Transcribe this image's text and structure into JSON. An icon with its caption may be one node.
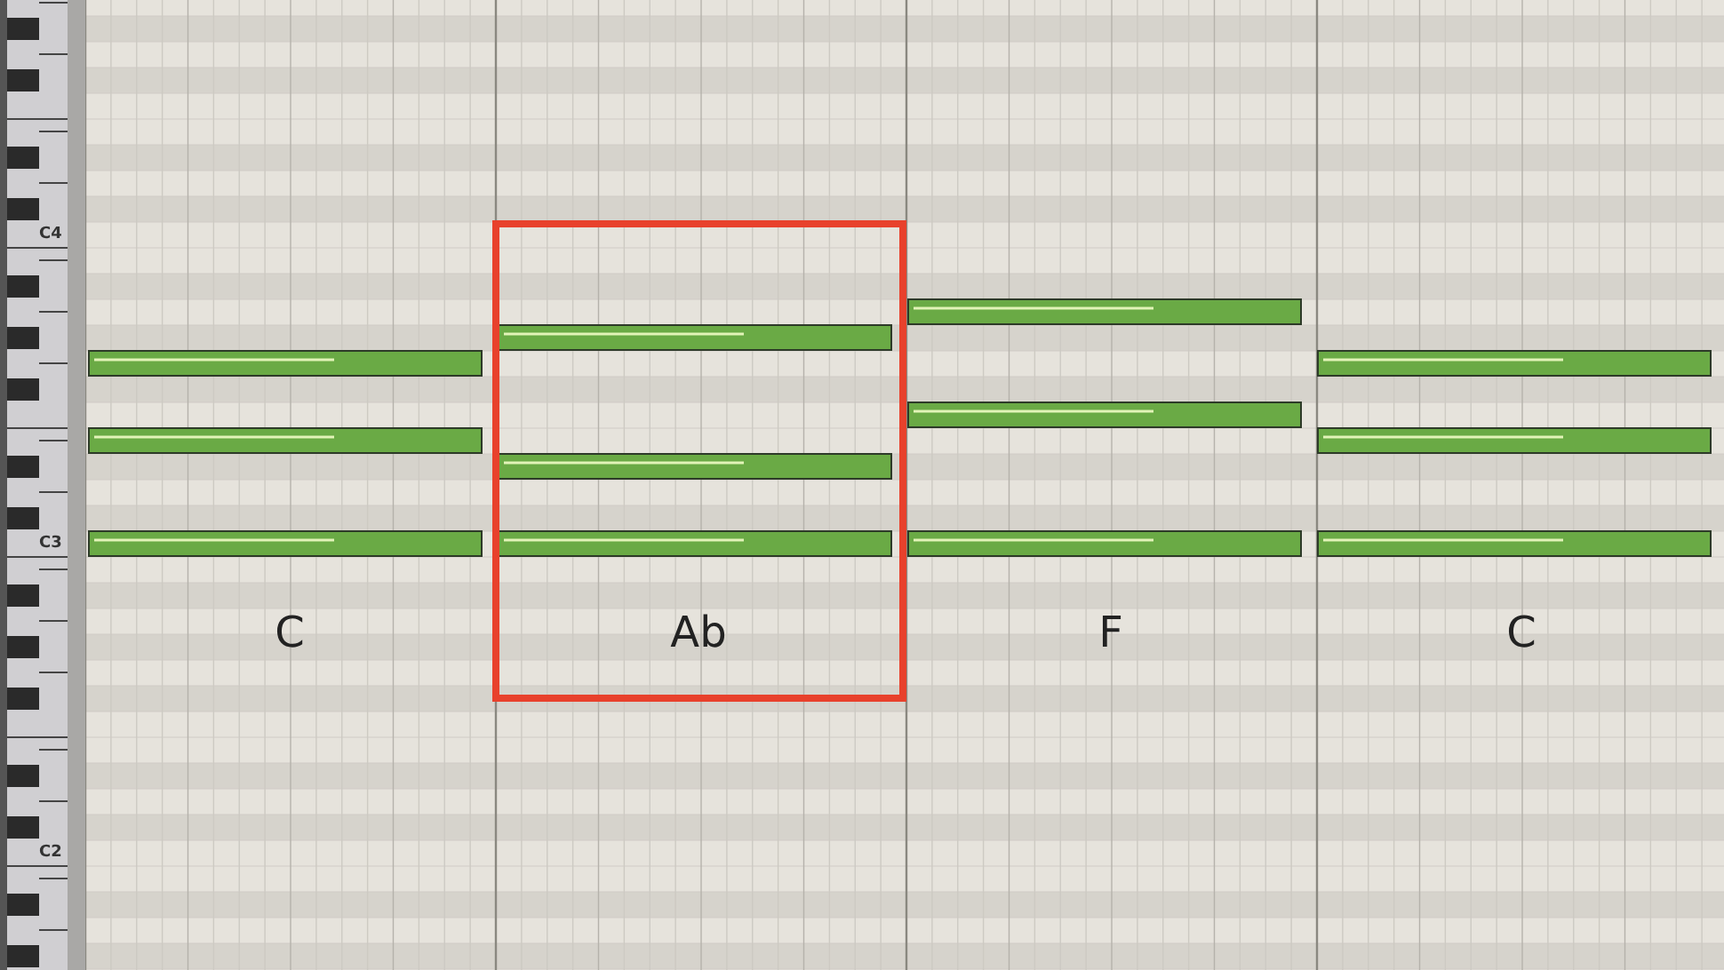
{
  "diagram": {
    "nodes": [
      {
        "text": [
          "Ab"
        ]
      }
    ],
    "labels": [
      "C4",
      "C3",
      "C2",
      "C",
      "F",
      "C"
    ]
  }
}
